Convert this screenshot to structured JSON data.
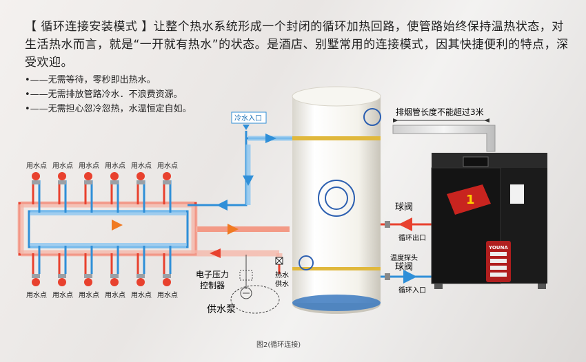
{
  "intro": "【 循环连接安装模式 】让整个热水系统形成一个封闭的循环加热回路，使管路始终保持温热状态，对生活热水而言，就是“一开就有热水”的状态。是酒店、别墅常用的连接模式，因其快捷便利的特点，深受欢迎。",
  "bullets": [
    "•——无需等待，零秒即出热水。",
    "•——无需排放管路冷水．不浪费资源。",
    "•——无需担心忽冷忽热，水温恒定自如。"
  ],
  "labels": {
    "cold_inlet": "冷水入口",
    "tap_point": "用水点",
    "chimney_note": "排烟管长度不能超过3米",
    "ball_valve": "球阀",
    "circ_outlet": "循环出口",
    "temp_probe": "温度探头",
    "circ_inlet": "循环入口",
    "hot_supply_1": "热水",
    "hot_supply_2": "供水",
    "pressure_ctrl_1": "电子压力",
    "pressure_ctrl_2": "控制器",
    "pump": "供水泵",
    "caption": "图2(循环连接)",
    "boiler_brand": "YOUNA",
    "panel_badge": "1"
  },
  "colors": {
    "hot": "#e8412e",
    "hot_light": "#f39a86",
    "cold": "#2f8fd8",
    "cold_light": "#8cc6f0",
    "orange_arrow": "#f07a22",
    "boiler": "#1b1b1b"
  }
}
